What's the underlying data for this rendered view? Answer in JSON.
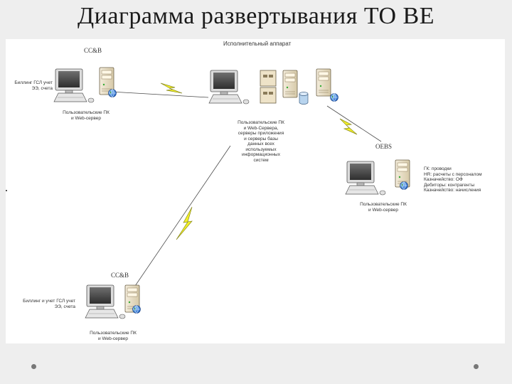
{
  "title": "Диаграмма развертывания TO BE",
  "sites": {
    "top_left": {
      "name": "CC&B",
      "description_lines": [
        "Биллинг ГСЛ учет",
        "ЭЭ, счета"
      ],
      "caption_lines": [
        "Пользовательские ПК",
        "и Web-сервер"
      ]
    },
    "center": {
      "name": "Исполнительный аппарат",
      "caption_lines": [
        "Пользовательские ПК",
        "и Web-Сервера,",
        "серверы приложения",
        "и серверы базы",
        "данных всех",
        "используемых",
        "информационных",
        "систем"
      ]
    },
    "right": {
      "name": "OEBS",
      "caption_lines": [
        "Пользовательские ПК",
        "и Web-сервер"
      ],
      "modules": [
        "ГК: проводки",
        "НR: расчеты с персоналом",
        "Казначейство: ОФ",
        "Дебиторы: контрагенты",
        "Казначейство: начисления"
      ]
    },
    "bottom": {
      "name": "CC&B",
      "description_lines": [
        "Биллинг и учет ГСЛ учет",
        "ЭЭ, счета"
      ],
      "caption_lines": [
        "Пользовательские ПК",
        "и Web-сервер"
      ]
    }
  },
  "icons": [
    "pc-monitor-icon",
    "server-tower-icon",
    "database-icon",
    "globe-icon",
    "lightning-link-icon"
  ],
  "colors": {
    "lightning": "#f2f02a",
    "lightning_stroke": "#8a8a20",
    "line": "#4a4a4a",
    "globe": "#1f5fc0"
  }
}
